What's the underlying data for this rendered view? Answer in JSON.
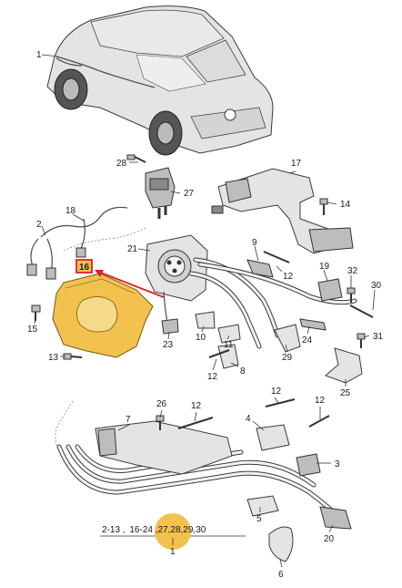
{
  "highlight": {
    "part_label": "16",
    "color_box": "#e02020",
    "color_fill": "#f2c14e"
  },
  "callouts": {
    "c1_top": "1",
    "c2": "2",
    "c3": "3",
    "c4": "4",
    "c5": "5",
    "c6": "6",
    "c7": "7",
    "c8": "8",
    "c9": "9",
    "c10": "10",
    "c11": "11",
    "c12a": "12",
    "c12b": "12",
    "c12c": "12",
    "c12d": "12",
    "c12e": "12",
    "c13": "13",
    "c14": "14",
    "c15": "15",
    "c17": "17",
    "c18": "18",
    "c19": "19",
    "c20": "20",
    "c21": "21",
    "c23": "23",
    "c24": "24",
    "c25": "25",
    "c26": "26",
    "c27": "27",
    "c28": "28",
    "c29": "29",
    "c30": "30",
    "c31": "31",
    "c32": "32"
  },
  "footer": {
    "range_prefix": "2-13 ,",
    "range_highlight": "16-24",
    "range_suffix": ",27,28,29,30",
    "assembly_number": "1"
  },
  "colors": {
    "highlight_circle": "#f2c14e",
    "accent_red": "#e02020"
  }
}
